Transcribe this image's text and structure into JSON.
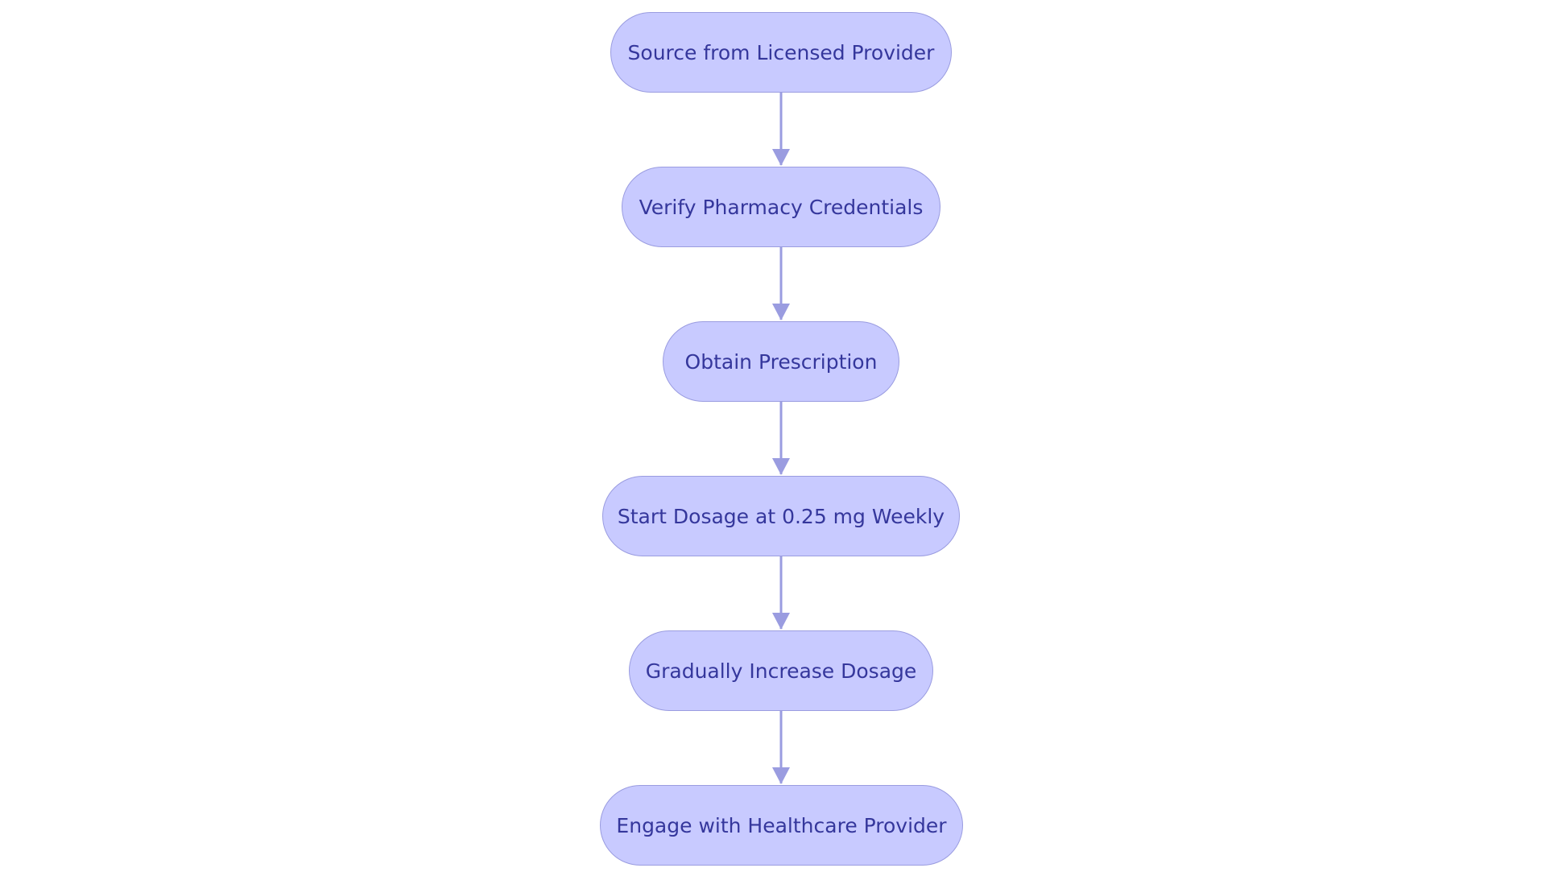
{
  "diagram": {
    "nodes": [
      {
        "id": "source",
        "label": "Source from Licensed Provider"
      },
      {
        "id": "verify",
        "label": "Verify Pharmacy Credentials"
      },
      {
        "id": "prescription",
        "label": "Obtain Prescription"
      },
      {
        "id": "start",
        "label": "Start Dosage at 0.25 mg Weekly"
      },
      {
        "id": "increase",
        "label": "Gradually Increase Dosage"
      },
      {
        "id": "engage",
        "label": "Engage with Healthcare Provider"
      }
    ],
    "edges": [
      {
        "from": "source",
        "to": "verify"
      },
      {
        "from": "verify",
        "to": "prescription"
      },
      {
        "from": "prescription",
        "to": "start"
      },
      {
        "from": "start",
        "to": "increase"
      },
      {
        "from": "increase",
        "to": "engage"
      }
    ]
  },
  "colors": {
    "node_fill": "#c8caff",
    "node_border": "#9a9ce0",
    "node_text": "#35379c",
    "edge": "#9a9ce0"
  }
}
